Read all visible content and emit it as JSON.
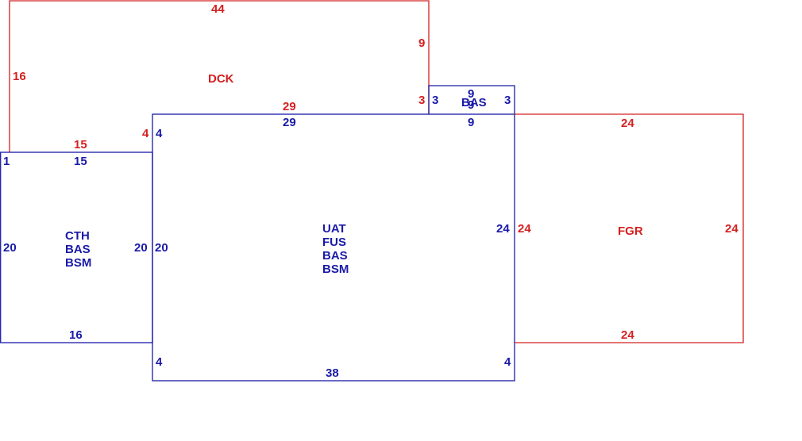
{
  "colors": {
    "red": "#d42020",
    "blue": "#1a1aa8"
  },
  "polygons": [
    {
      "id": "dck",
      "color": "red"
    },
    {
      "id": "bas-small",
      "color": "blue"
    },
    {
      "id": "cth-bas-bsm",
      "color": "blue"
    },
    {
      "id": "uat-fus-bas-bsm",
      "color": "blue"
    },
    {
      "id": "fgr",
      "color": "red"
    }
  ],
  "areas": {
    "dck": [
      "DCK"
    ],
    "bas_small": [
      "BAS"
    ],
    "cth": [
      "CTH",
      "BAS",
      "BSM"
    ],
    "main": [
      "UAT",
      "FUS",
      "BAS",
      "BSM"
    ],
    "fgr": [
      "FGR"
    ]
  },
  "dims": {
    "dck_top": "44",
    "dck_left": "16",
    "dck_right": "9",
    "dck_bottom_mid": "29",
    "dck_step_vertical": "4",
    "dck_bottom_left": "15",
    "dck_right_step": "3",
    "bas_top": "9",
    "bas_left": "3",
    "bas_right": "3",
    "bas_bottom": "9",
    "main_top": "29",
    "main_left_upper": "4",
    "main_left": "20",
    "main_left_lower": "4",
    "main_bottom": "38",
    "main_right_lower": "4",
    "main_right": "24",
    "cth_top": "15",
    "cth_left_upper": "1",
    "cth_left": "20",
    "cth_right": "20",
    "cth_bottom": "16",
    "fgr_top": "24",
    "fgr_left": "24",
    "fgr_right": "24",
    "fgr_bottom": "24"
  }
}
